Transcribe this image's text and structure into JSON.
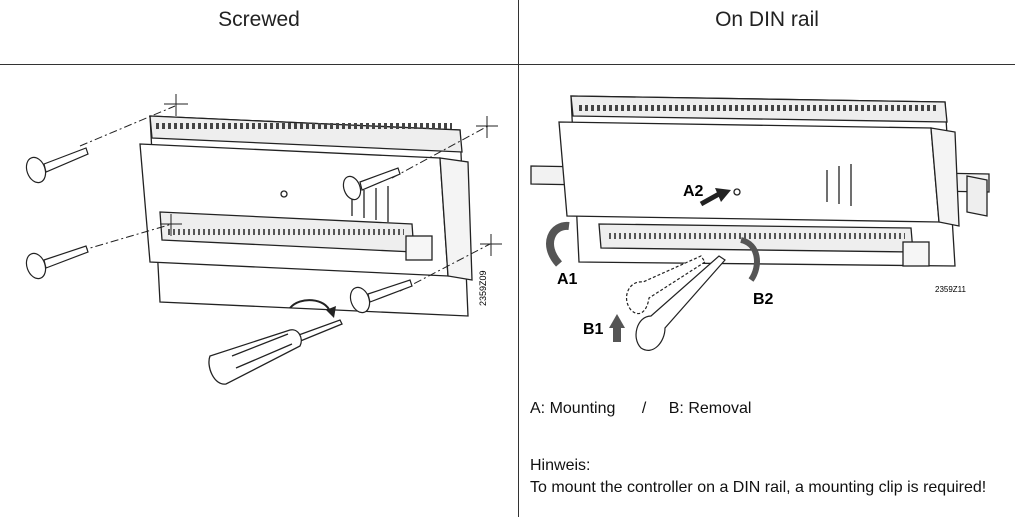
{
  "columns": {
    "left": {
      "title": "Screwed",
      "figure_code": "2359Z09"
    },
    "right": {
      "title": "On DIN rail",
      "figure_code": "2359Z11"
    }
  },
  "labels": {
    "a1": "A1",
    "a2": "A2",
    "b1": "B1",
    "b2": "B2"
  },
  "legend": {
    "mounting": "A: Mounting",
    "separator": "/",
    "removal": "B: Removal"
  },
  "note": {
    "heading": "Hinweis:",
    "text": "To mount the controller on a DIN rail, a mounting clip is required!"
  },
  "colors": {
    "line": "#222222",
    "arrow": "#555555",
    "fill": "#ffffff"
  }
}
